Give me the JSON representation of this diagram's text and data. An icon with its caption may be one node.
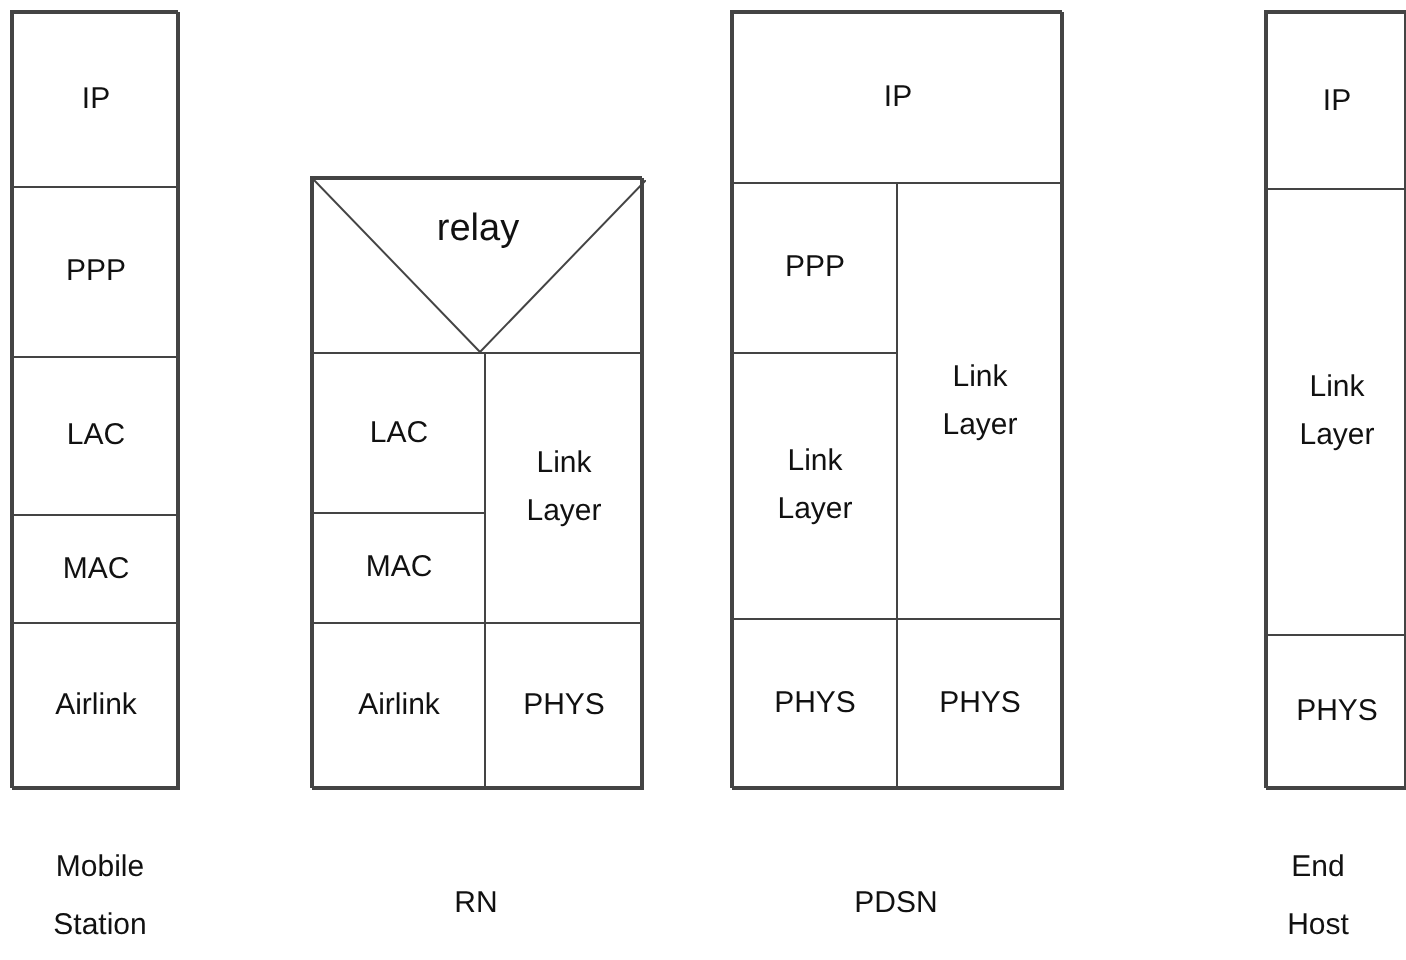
{
  "diagram": {
    "nodes": [
      {
        "text": [],
        "shape": "box",
        "beside": [
          "Mobile Station"
        ]
      },
      {
        "text": [
          "IP"
        ],
        "in": 0
      },
      {
        "text": [
          "PPP"
        ],
        "in": 0
      },
      {
        "text": [
          "LAC"
        ],
        "in": 0
      },
      {
        "text": [
          "MAC"
        ],
        "in": 0
      },
      {
        "text": [
          "Airlink"
        ],
        "in": 0
      },
      {
        "text": [],
        "shape": "box",
        "beside": [
          "RN"
        ]
      },
      {
        "text": [
          "relay"
        ],
        "in": 6
      },
      {
        "text": [
          "LAC"
        ],
        "in": 6
      },
      {
        "text": [
          "Link Layer"
        ],
        "in": 6
      },
      {
        "text": [
          "MAC"
        ],
        "in": 6
      },
      {
        "text": [
          "Airlink"
        ],
        "in": 6
      },
      {
        "text": [
          "PHYS"
        ],
        "in": 6
      },
      {
        "text": [],
        "shape": "box",
        "beside": [
          "PDSN"
        ]
      },
      {
        "text": [
          "IP"
        ],
        "in": 13
      },
      {
        "text": [
          "PPP"
        ],
        "in": 13
      },
      {
        "text": [
          "Link Layer"
        ],
        "in": 13
      },
      {
        "text": [
          "Link Layer"
        ],
        "in": 13
      },
      {
        "text": [
          "PHYS"
        ],
        "in": 13
      },
      {
        "text": [
          "PHYS"
        ],
        "in": 13
      },
      {
        "text": [],
        "shape": "box",
        "beside": [
          "End Host"
        ]
      },
      {
        "text": [
          "IP"
        ],
        "in": 20
      },
      {
        "text": [
          "Link Layer"
        ],
        "in": 20
      },
      {
        "text": [
          "PHYS"
        ],
        "in": 20
      }
    ]
  }
}
